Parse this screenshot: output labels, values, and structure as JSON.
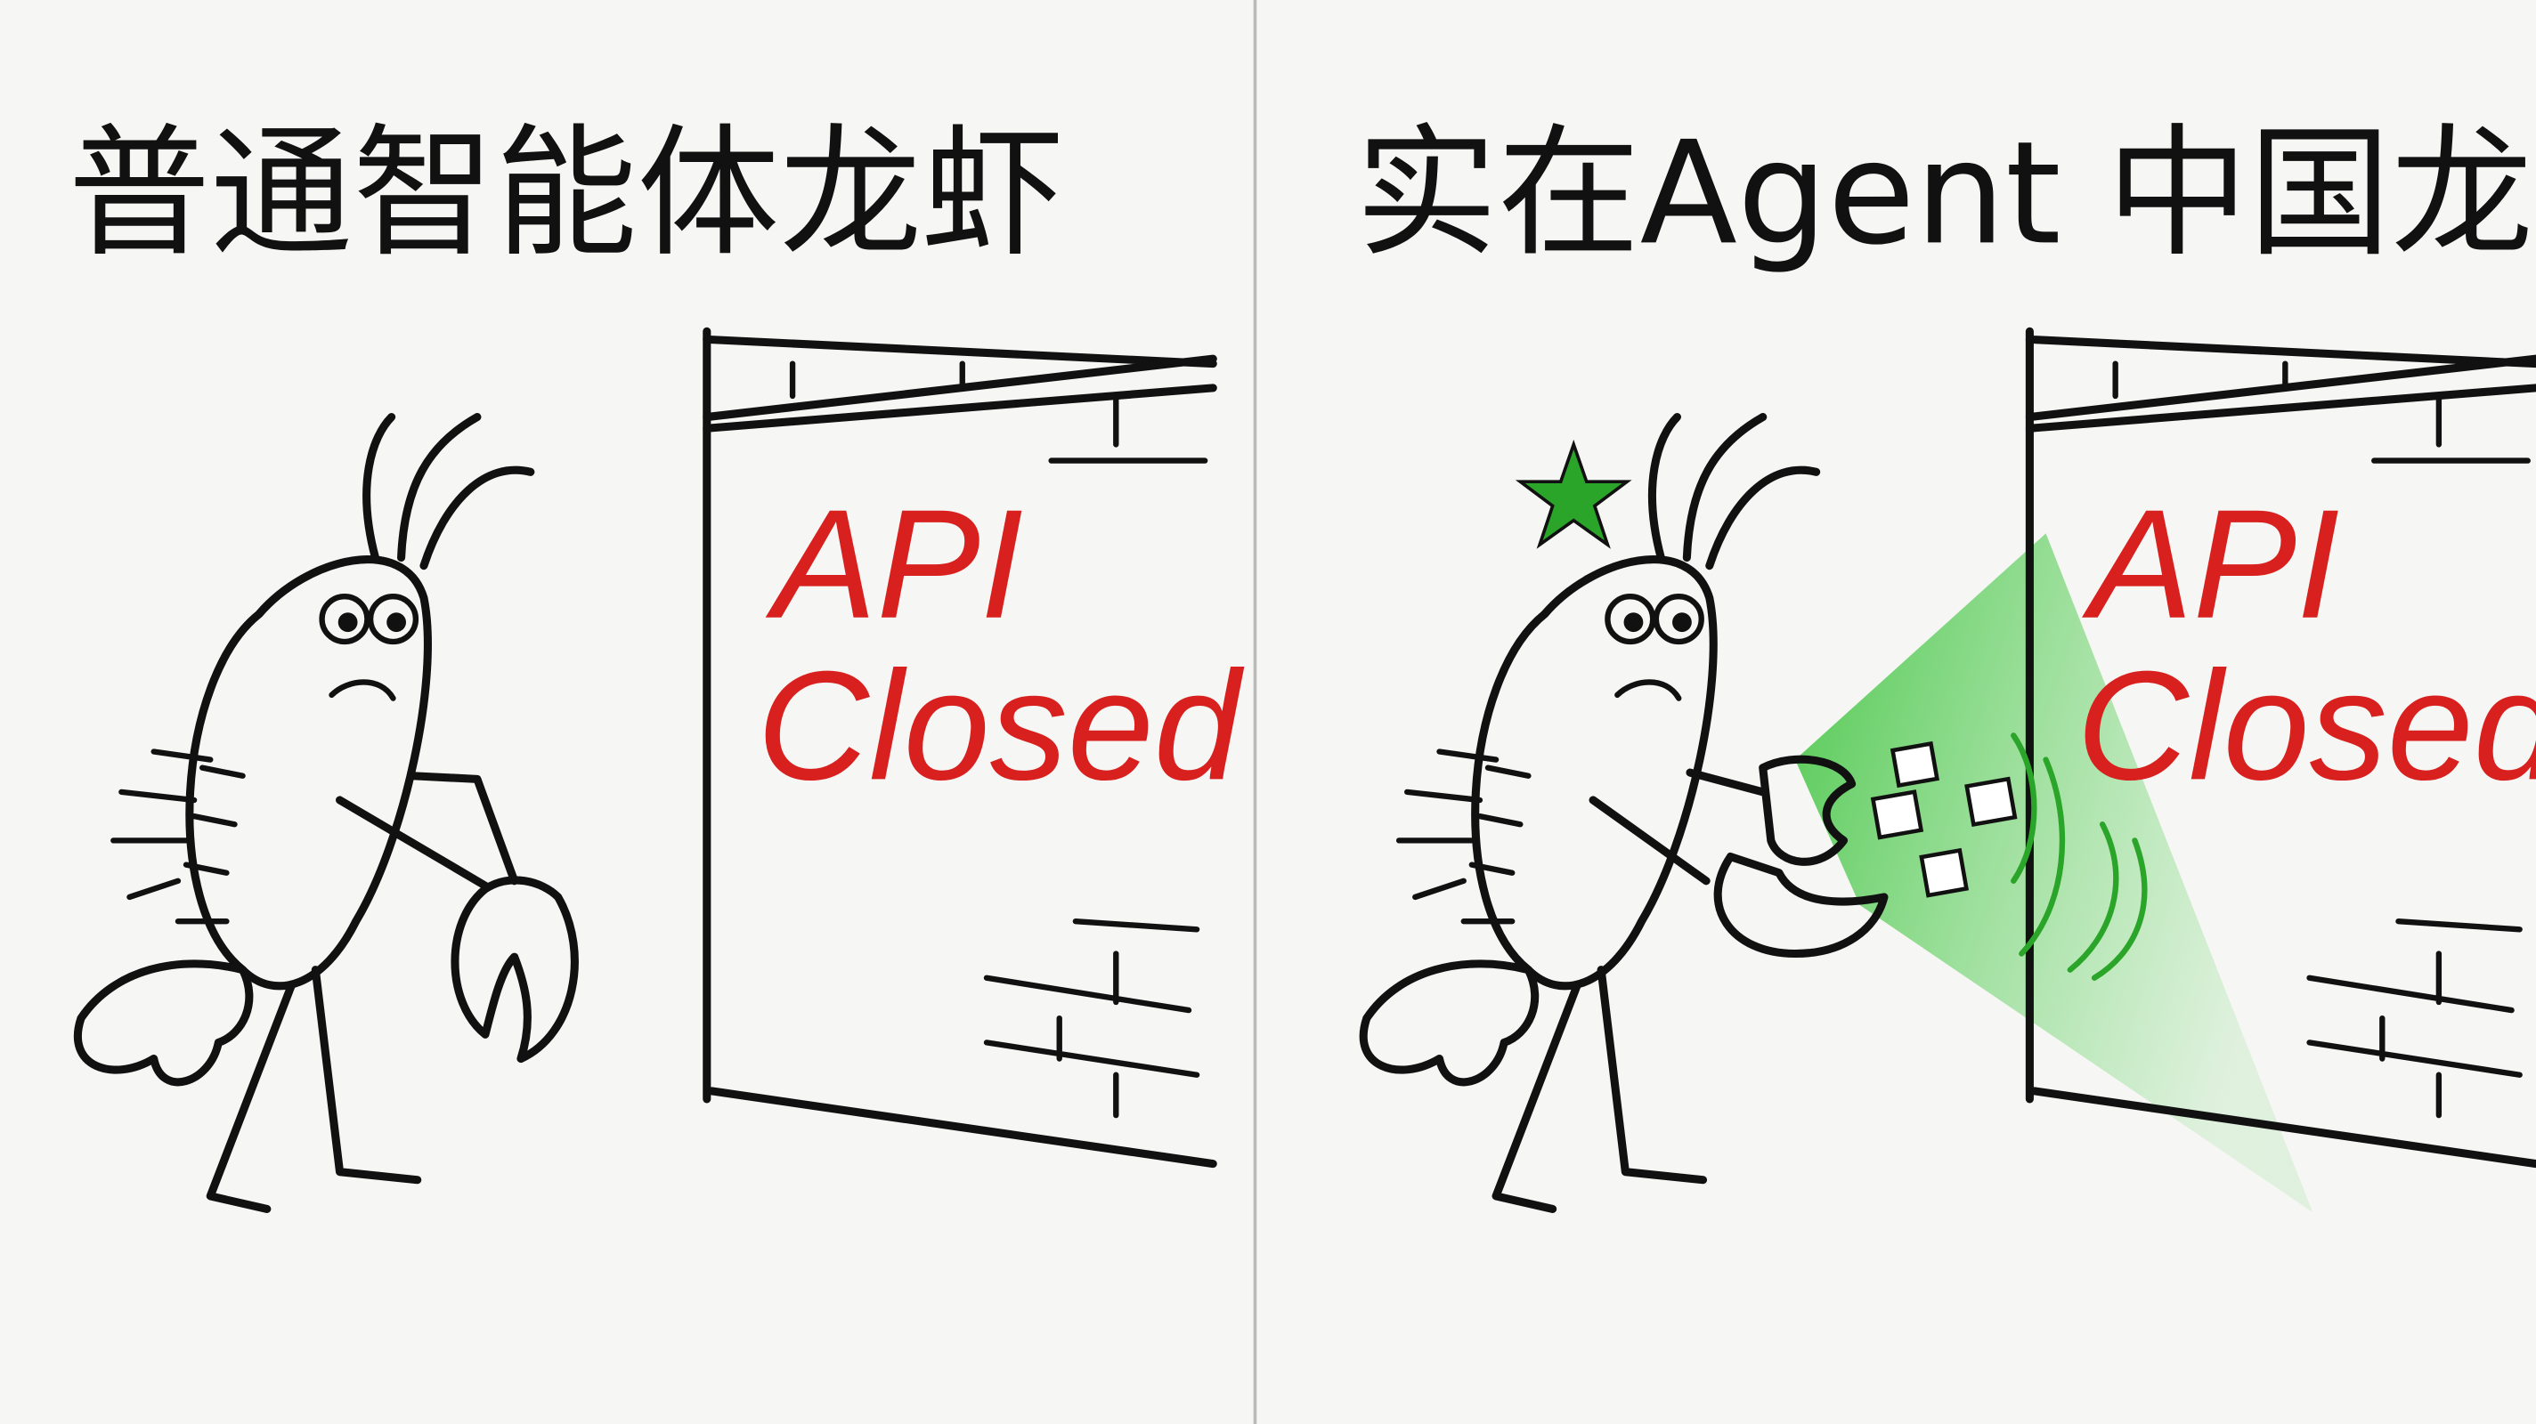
{
  "panels": [
    {
      "title": "普通智能体龙虾",
      "sign_line1": "API",
      "sign_line2": "Closed"
    },
    {
      "title": "实在Agent 中国龙虾",
      "sign_line1": "API",
      "sign_line2": "Closed"
    }
  ],
  "colors": {
    "ink": "#111111",
    "sign_text": "#d8201e",
    "beam": "#3cc23c",
    "star": "#2aa52a",
    "background": "#f6f6f4"
  }
}
